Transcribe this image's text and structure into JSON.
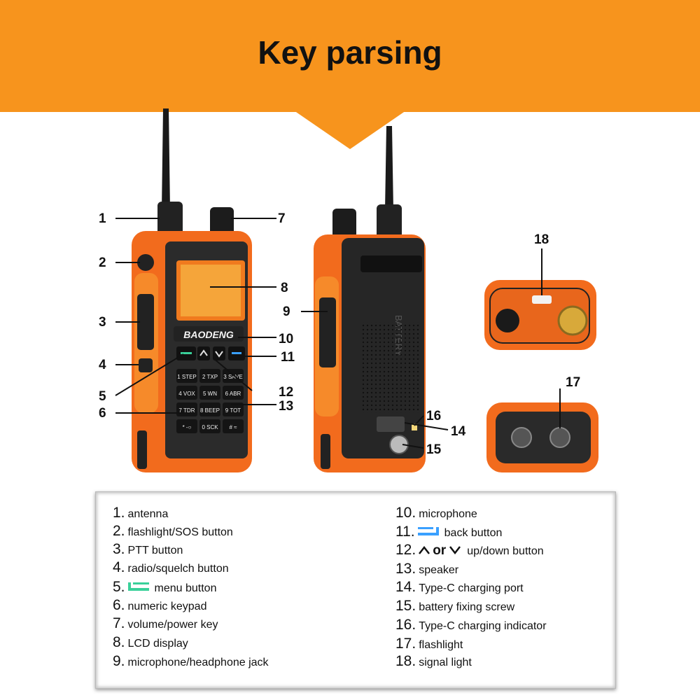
{
  "header": {
    "title": "Key parsing",
    "color": "#f7941d"
  },
  "device": {
    "brand": "BAODENG",
    "battery_label": "BATTERY"
  },
  "keypad": [
    "1 STEP",
    "2 TXP",
    "3 SAVE",
    "4 VOX",
    "5 WN",
    "6 ABR",
    "7 TDR",
    "8 BEEP",
    "9 TOT",
    "* -○",
    "0 SCK",
    "# ≈"
  ],
  "callouts": [
    "1",
    "2",
    "3",
    "4",
    "5",
    "6",
    "7",
    "8",
    "9",
    "10",
    "11",
    "12",
    "13",
    "14",
    "15",
    "16",
    "17",
    "18"
  ],
  "legend": [
    {
      "num": "1.",
      "text": "antenna"
    },
    {
      "num": "2.",
      "text": "flashlight/SOS button"
    },
    {
      "num": "3.",
      "text": "PTT button"
    },
    {
      "num": "4.",
      "text": "radio/squelch button"
    },
    {
      "num": "5.",
      "text": "menu button",
      "icon": "menu-icon"
    },
    {
      "num": "6.",
      "text": "numeric keypad"
    },
    {
      "num": "7.",
      "text": "volume/power key"
    },
    {
      "num": "8.",
      "text": "LCD display"
    },
    {
      "num": "9.",
      "text": "microphone/headphone jack"
    },
    {
      "num": "10.",
      "text": "microphone"
    },
    {
      "num": "11.",
      "text": "back button",
      "icon": "back-icon"
    },
    {
      "num": "12.",
      "text": "up/down button",
      "icon": "up-down-icons",
      "or": "or"
    },
    {
      "num": "13.",
      "text": "speaker"
    },
    {
      "num": "14.",
      "text": "Type-C charging port"
    },
    {
      "num": "15.",
      "text": "battery fixing screw"
    },
    {
      "num": "16.",
      "text": "Type-C charging indicator"
    },
    {
      "num": "17.",
      "text": "flashlight"
    },
    {
      "num": "18.",
      "text": "signal light"
    }
  ]
}
